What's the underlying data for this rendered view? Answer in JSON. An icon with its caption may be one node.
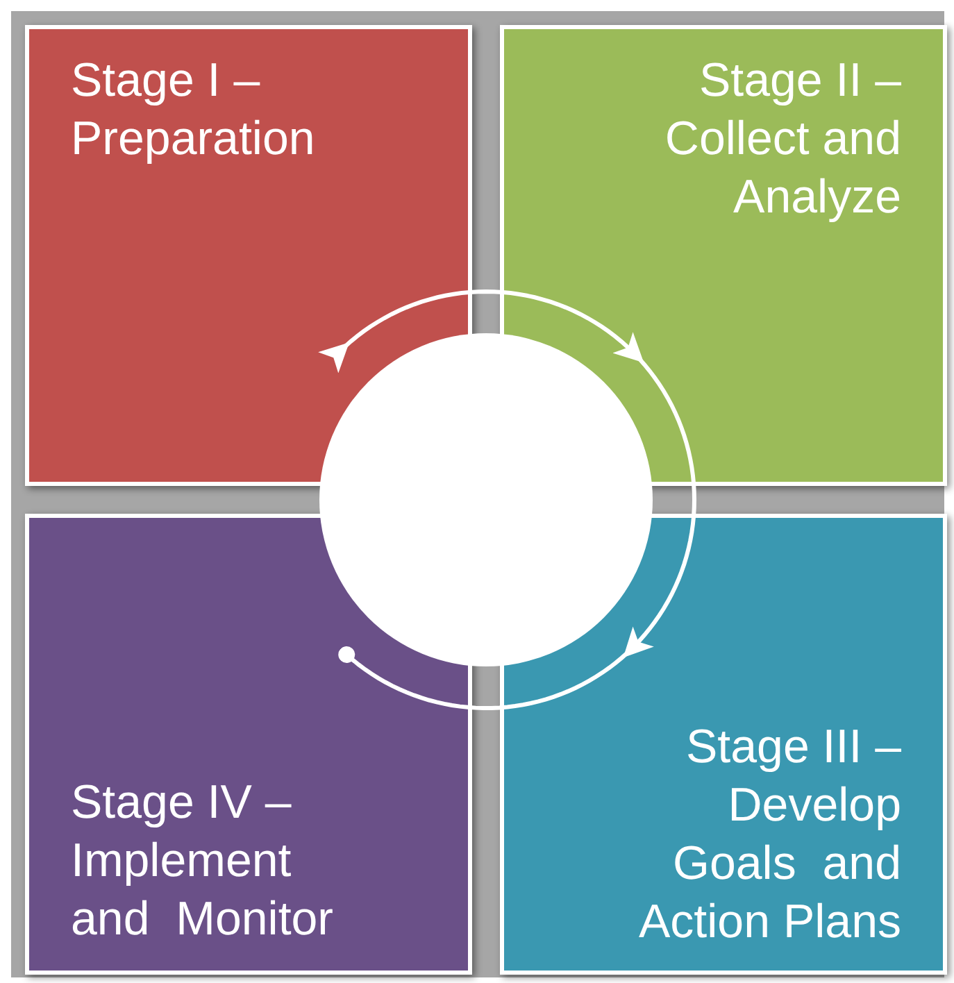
{
  "diagram": {
    "nodes": [
      {
        "text": [
          "Stage I – Preparation"
        ]
      },
      {
        "text": [
          "Stage II – Collect and Analyze"
        ]
      },
      {
        "text": [
          "Stage III – Develop Goals  and Action Plans"
        ]
      },
      {
        "text": [
          "Stage IV – Implement and  Monitor"
        ]
      }
    ],
    "edges": [
      {
        "from": 0,
        "to": 1,
        "arrow": "to"
      },
      {
        "from": 1,
        "to": 2,
        "arrow": "to"
      },
      {
        "from": 2,
        "to": 3,
        "arrow": "other"
      }
    ]
  }
}
